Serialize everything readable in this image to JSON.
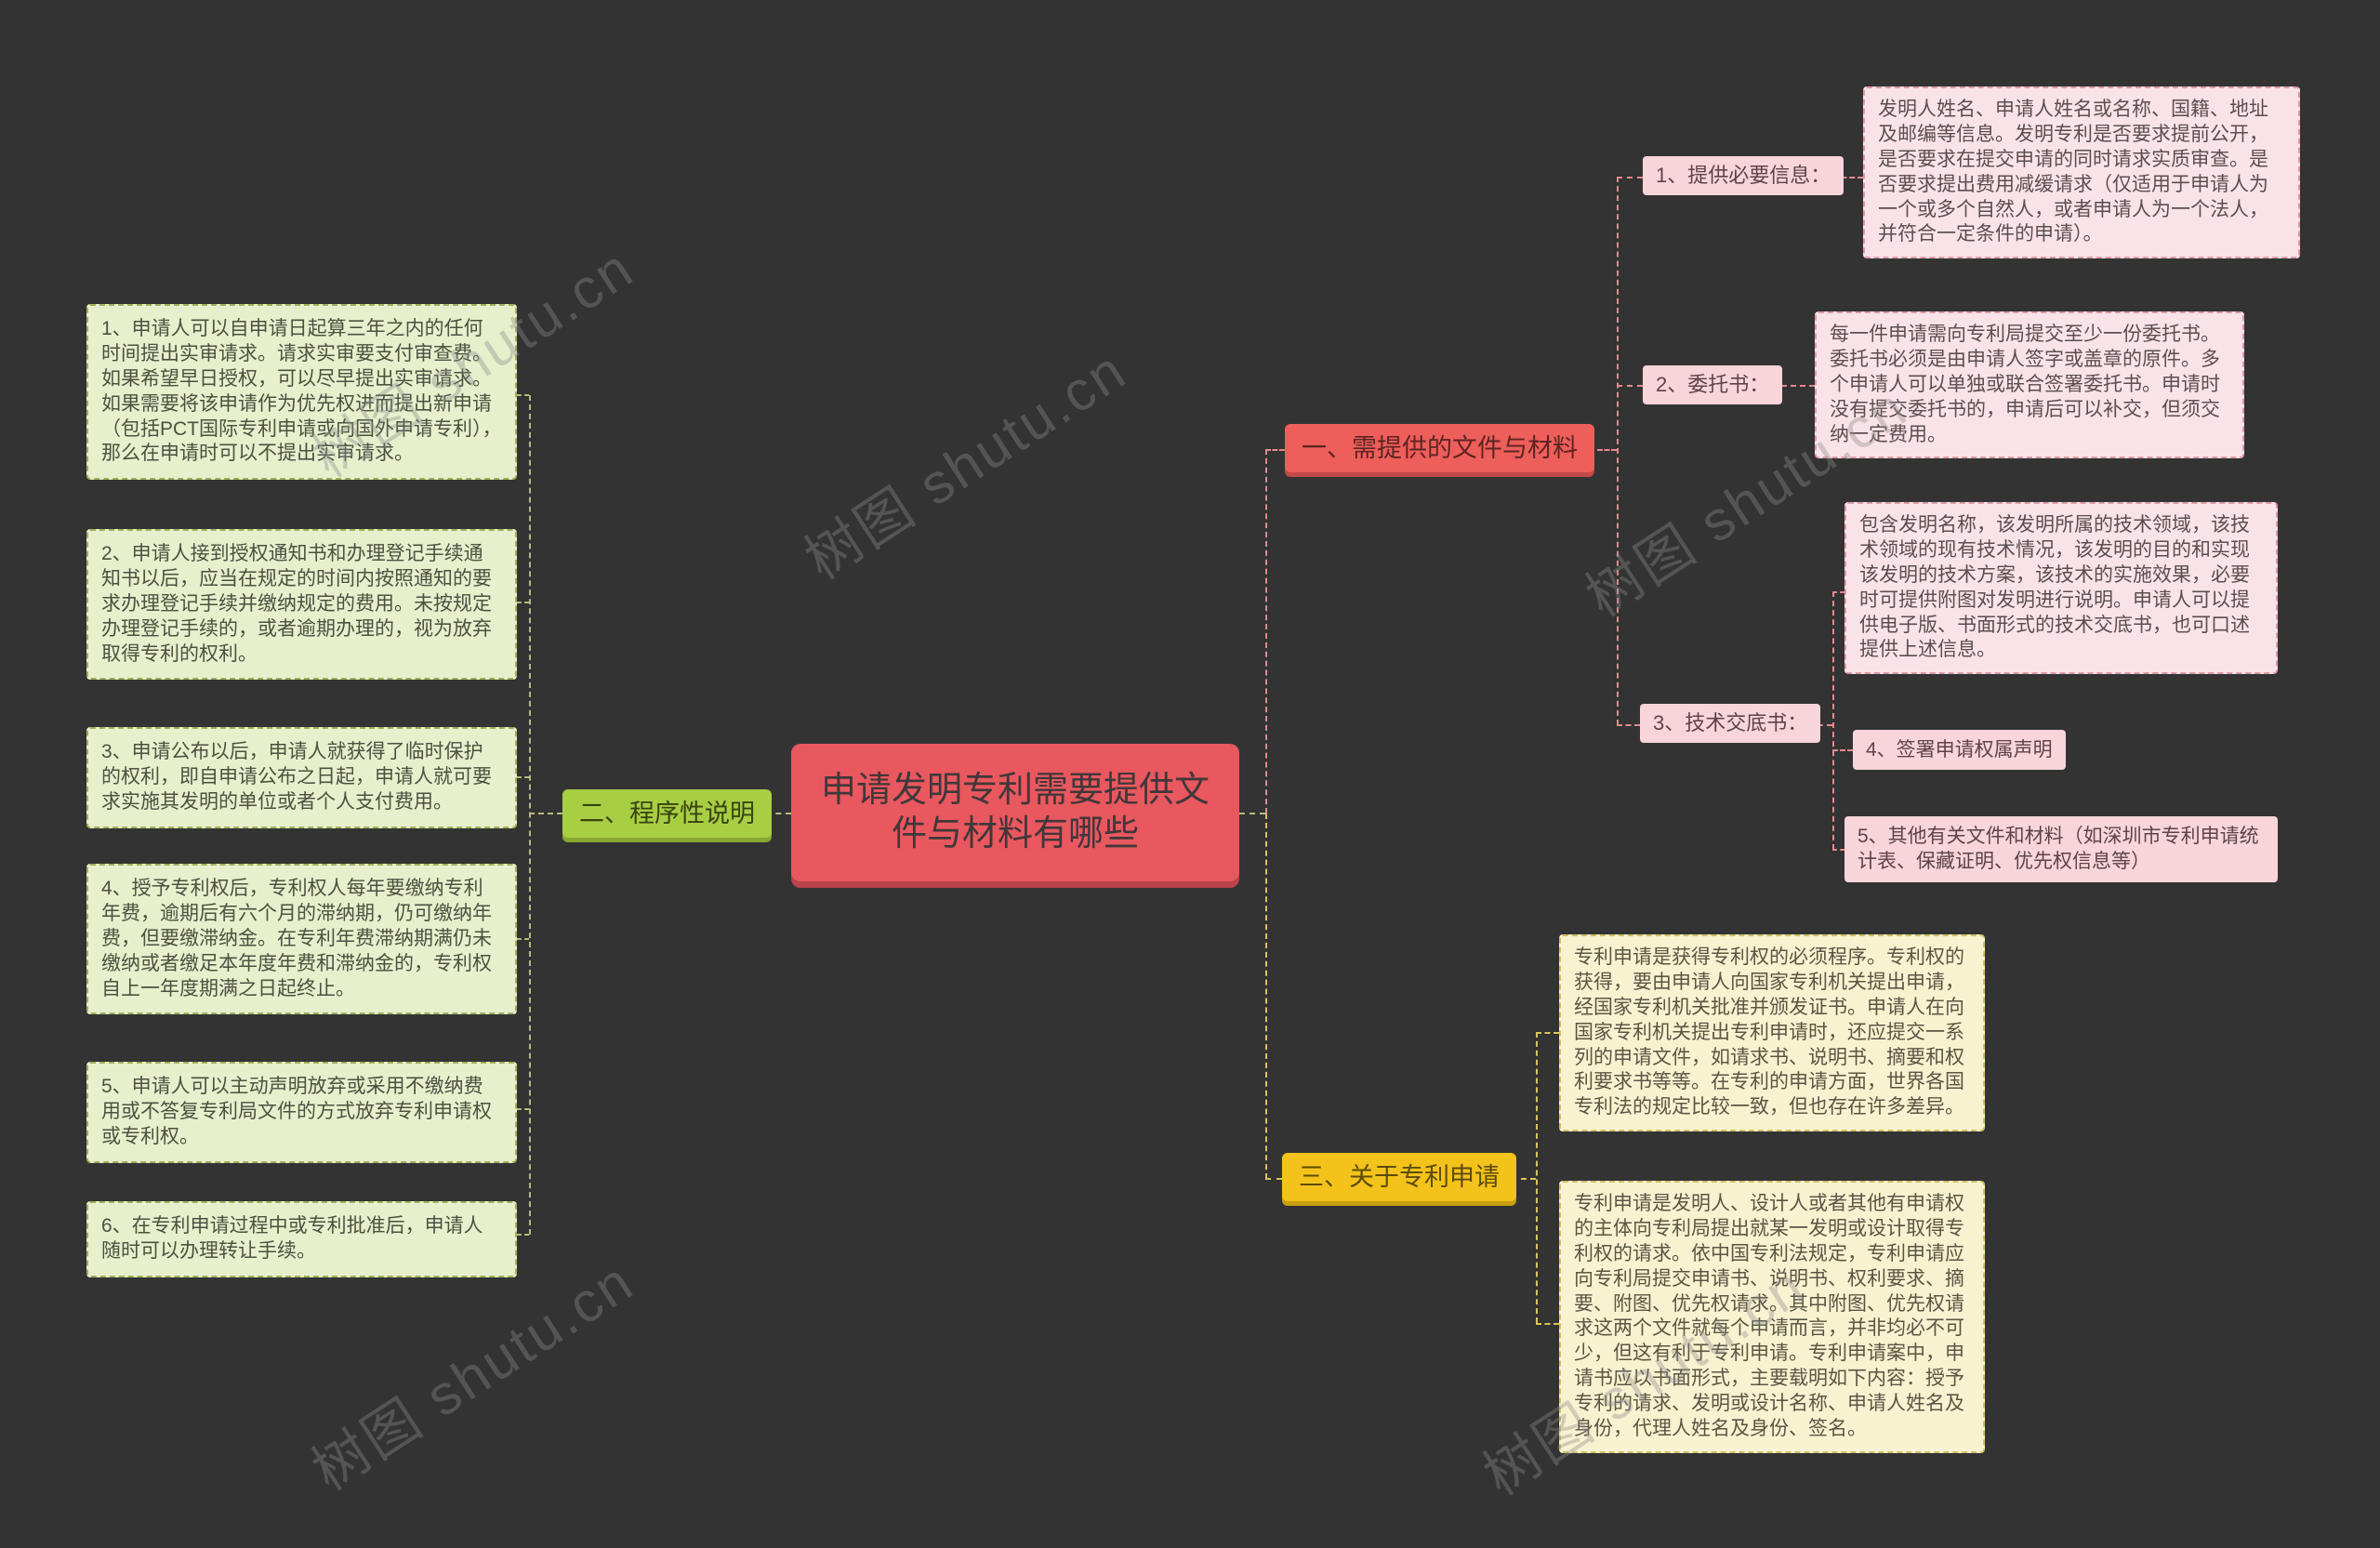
{
  "watermark": {
    "text": "树图 shutu.cn"
  },
  "center": {
    "title": "申请发明专利需要提供文件与材料有哪些"
  },
  "branch_procedure": {
    "label": "二、程序性说明",
    "items": [
      "1、申请人可以自申请日起算三年之内的任何时间提出实审请求。请求实审要支付审查费。如果希望早日授权，可以尽早提出实审请求。如果需要将该申请作为优先权进而提出新申请（包括PCT国际专利申请或向国外申请专利），那么在申请时可以不提出实审请求。",
      "2、申请人接到授权通知书和办理登记手续通知书以后，应当在规定的时间内按照通知的要求办理登记手续并缴纳规定的费用。未按规定办理登记手续的，或者逾期办理的，视为放弃取得专利的权利。",
      "3、申请公布以后，申请人就获得了临时保护的权利，即自申请公布之日起，申请人就可要求实施其发明的单位或者个人支付费用。",
      "4、授予专利权后，专利权人每年要缴纳专利年费，逾期后有六个月的滞纳期，仍可缴纳年费，但要缴滞纳金。在专利年费滞纳期满仍未缴纳或者缴足本年度年费和滞纳金的，专利权自上一年度期满之日起终止。",
      "5、申请人可以主动声明放弃或采用不缴纳费用或不答复专利局文件的方式放弃专利申请权或专利权。",
      "6、在专利申请过程中或专利批准后，申请人随时可以办理转让手续。"
    ]
  },
  "branch_documents": {
    "label": "一、需提供的文件与材料",
    "children": [
      {
        "label": "1、提供必要信息：",
        "detail": "发明人姓名、申请人姓名或名称、国籍、地址及邮编等信息。发明专利是否要求提前公开，是否要求在提交申请的同时请求实质审查。是否要求提出费用减缓请求（仅适用于申请人为一个或多个自然人，或者申请人为一个法人，并符合一定条件的申请）。"
      },
      {
        "label": "2、委托书：",
        "detail": "每一件申请需向专利局提交至少一份委托书。委托书必须是由申请人签字或盖章的原件。多个申请人可以单独或联合签署委托书。申请时没有提交委托书的，申请后可以补交，但须交纳一定费用。"
      },
      {
        "label": "3、技术交底书：",
        "detail": "包含发明名称，该发明所属的技术领域，该技术领域的现有技术情况，该发明的目的和实现该发明的技术方案，该技术的实施效果，必要时可提供附图对发明进行说明。申请人可以提供电子版、书面形式的技术交底书，也可口述提供上述信息。"
      },
      {
        "label": "4、签署申请权属声明"
      },
      {
        "label": "5、其他有关文件和材料（如深圳市专利申请统计表、保藏证明、优先权信息等）"
      }
    ]
  },
  "branch_application": {
    "label": "三、关于专利申请",
    "details": [
      "专利申请是获得专利权的必须程序。专利权的获得，要由申请人向国家专利机关提出申请，经国家专利机关批准并颁发证书。申请人在向国家专利机关提出专利申请时，还应提交一系列的申请文件，如请求书、说明书、摘要和权利要求书等等。在专利的申请方面，世界各国专利法的规定比较一致，但也存在许多差异。",
      "专利申请是发明人、设计人或者其他有申请权的主体向专利局提出就某一发明或设计取得专利权的请求。依中国专利法规定，专利申请应向专利局提交申请书、说明书、权利要求、摘要、附图、优先权请求。其中附图、优先权请求这两个文件就每个申请而言，并非均必不可少，但这有利于专利申请。专利申请案中，申请书应以书面形式，主要载明如下内容：授予专利的请求、发明或设计名称、申请人姓名及身份，代理人姓名及身份、签名。"
    ]
  },
  "colors": {
    "background": "#333333",
    "center_red": "#e8585e",
    "branch_red": "#ee5e5a",
    "branch_green": "#a8ce44",
    "branch_yellow": "#f3c31b",
    "leaf_green_bg": "#e7efcd",
    "pink_bg": "#f7d5da",
    "pink_detail_bg": "#fae3e8",
    "yellow_detail_bg": "#f8f2d0"
  }
}
